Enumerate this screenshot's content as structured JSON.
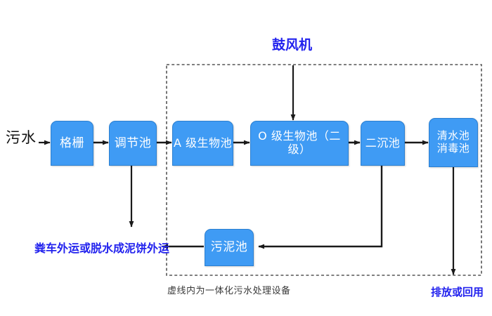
{
  "diagram": {
    "title_label": "鼓风机",
    "influent_label": "污水",
    "caption": "虚线内为一体化污水处理设备",
    "discharge_label": "排放或回用",
    "sludge_haul_label": "粪车外运或脱水成泥饼外运",
    "colors": {
      "node_fill": "#3f9bf4",
      "node_stroke": "#2b7fd0",
      "node_text": "#ffffff",
      "arrow": "#1a1a1a",
      "blue_text": "#2222ee",
      "dashed_border": "#555555",
      "caption_text": "#3a3a3a",
      "background": "#ffffff"
    },
    "nodes": [
      {
        "id": "grille",
        "label": "格栅",
        "font_size": 17
      },
      {
        "id": "regulating",
        "label": "调节池",
        "font_size": 17
      },
      {
        "id": "a-bio",
        "label": "A 级生物池",
        "font_size": 16
      },
      {
        "id": "o-bio",
        "label": "O 级生物池（二级）",
        "font_size": 16
      },
      {
        "id": "secondary",
        "label": "二沉池",
        "font_size": 16
      },
      {
        "id": "clearwater",
        "label": "清水池\n消毒池",
        "font_size": 15
      },
      {
        "id": "sludge",
        "label": "污泥池",
        "font_size": 17
      }
    ]
  }
}
